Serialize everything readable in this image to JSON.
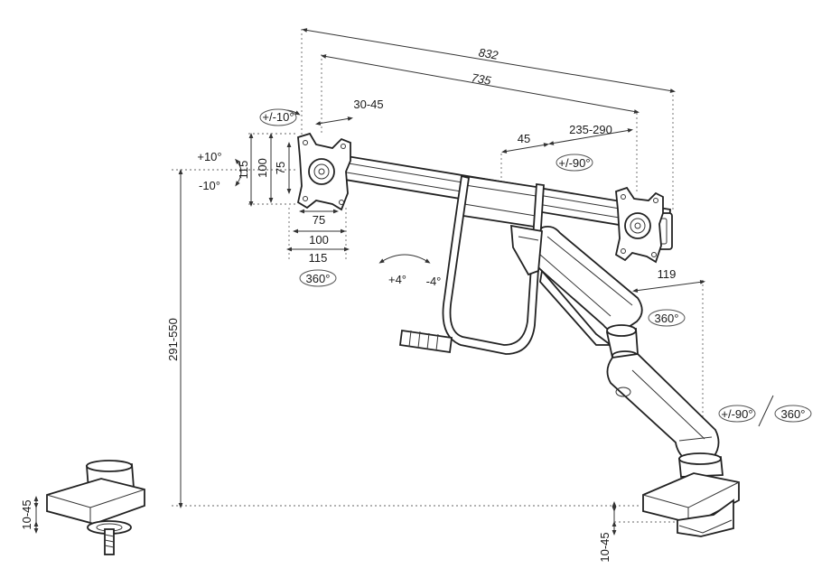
{
  "dimensions": {
    "overall_width": "832",
    "arm_span": "735",
    "clamp_offset": "30-45",
    "vesa_height_max": "115",
    "vesa_height_mid": "100",
    "vesa_height_min": "75",
    "vesa_width_min": "75",
    "vesa_width_mid": "100",
    "vesa_width_max": "115",
    "bar_gap": "45",
    "bar_extension": "235-290",
    "arm_depth": "119",
    "height_range": "291-550",
    "desk_thickness_left": "10-45",
    "desk_thickness_right": "10-45"
  },
  "adjustments": {
    "tilt_up": "+10°",
    "tilt_down": "-10°",
    "swivel_top": "+/-10°",
    "rotation_left": "360°",
    "rotation_bar": "+/-90°",
    "bar_tilt_pos": "+4°",
    "bar_tilt_neg": "-4°",
    "joint_rotation": "360°",
    "arm_swivel": "+/-90°",
    "base_rotation": "360°"
  }
}
